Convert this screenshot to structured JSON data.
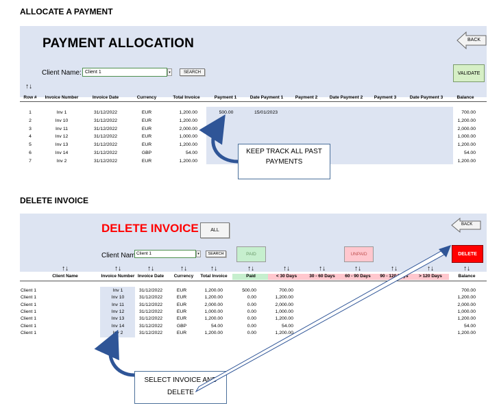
{
  "section1": {
    "heading": "ALLOCATE A PAYMENT",
    "title": "PAYMENT ALLOCATION",
    "back_label": "BACK",
    "client_label": "Client Name:",
    "client_value": "Client 1",
    "search_label": "SEARCH",
    "validate_label": "VALIDATE",
    "sort_glyph": "↑↓",
    "columns": [
      "Row #",
      "Invoice Number",
      "Invoice Date",
      "Currency",
      "Total Invoice",
      "Payment 1",
      "Date Payment 1",
      "Payment 2",
      "Date Payment 2",
      "Payment 3",
      "Date Payment 3",
      "Balance"
    ],
    "rows": [
      {
        "row": "1",
        "inv": "Inv 1",
        "date": "31/12/2022",
        "cur": "EUR",
        "total": "1,200.00",
        "p1": "500.00",
        "d1": "15/01/2023",
        "bal": "700.00"
      },
      {
        "row": "2",
        "inv": "Inv 10",
        "date": "31/12/2022",
        "cur": "EUR",
        "total": "1,200.00",
        "p1": "",
        "d1": "",
        "bal": "1,200.00"
      },
      {
        "row": "3",
        "inv": "Inv 11",
        "date": "31/12/2022",
        "cur": "EUR",
        "total": "2,000.00",
        "p1": "",
        "d1": "",
        "bal": "2,000.00"
      },
      {
        "row": "4",
        "inv": "Inv 12",
        "date": "31/12/2022",
        "cur": "EUR",
        "total": "1,000.00",
        "p1": "",
        "d1": "",
        "bal": "1,000.00"
      },
      {
        "row": "5",
        "inv": "Inv 13",
        "date": "31/12/2022",
        "cur": "EUR",
        "total": "1,200.00",
        "p1": "",
        "d1": "",
        "bal": "1,200.00"
      },
      {
        "row": "6",
        "inv": "Inv 14",
        "date": "31/12/2022",
        "cur": "GBP",
        "total": "54.00",
        "p1": "",
        "d1": "",
        "bal": "54.00"
      },
      {
        "row": "7",
        "inv": "Inv 2",
        "date": "31/12/2022",
        "cur": "EUR",
        "total": "1,200.00",
        "p1": "",
        "d1": "",
        "bal": "1,200.00"
      }
    ],
    "callout": "KEEP TRACK ALL PAST PAYMENTS"
  },
  "section2": {
    "heading": "DELETE INVOICE",
    "title": "DELETE INVOICE",
    "all_label": "ALL",
    "back_label": "BACK",
    "client_label": "Client Name",
    "client_value": "Client 1",
    "search_label": "SEARCH",
    "paid_label": "PAID",
    "unpaid_label": "UNPAID",
    "delete_label": "DELETE",
    "sort_glyph": "↑↓",
    "columns": [
      "Client Name",
      "Invoice Number",
      "Invoice Date",
      "Currency",
      "Total Invoice",
      "Paid",
      "< 30 Days",
      "30 - 60 Days",
      "60 - 90 Days",
      "90 - 120 Days",
      "> 120 Days",
      "Balance"
    ],
    "rows": [
      {
        "client": "Client 1",
        "inv": "Inv 1",
        "date": "31/12/2022",
        "cur": "EUR",
        "total": "1,200.00",
        "paid": "500.00",
        "lt30": "700.00",
        "bal": "700.00"
      },
      {
        "client": "Client 1",
        "inv": "Inv 10",
        "date": "31/12/2022",
        "cur": "EUR",
        "total": "1,200.00",
        "paid": "0.00",
        "lt30": "1,200.00",
        "bal": "1,200.00"
      },
      {
        "client": "Client 1",
        "inv": "Inv 11",
        "date": "31/12/2022",
        "cur": "EUR",
        "total": "2,000.00",
        "paid": "0.00",
        "lt30": "2,000.00",
        "bal": "2,000.00"
      },
      {
        "client": "Client 1",
        "inv": "Inv 12",
        "date": "31/12/2022",
        "cur": "EUR",
        "total": "1,000.00",
        "paid": "0.00",
        "lt30": "1,000.00",
        "bal": "1,000.00"
      },
      {
        "client": "Client 1",
        "inv": "Inv 13",
        "date": "31/12/2022",
        "cur": "EUR",
        "total": "1,200.00",
        "paid": "0.00",
        "lt30": "1,200.00",
        "bal": "1,200.00"
      },
      {
        "client": "Client 1",
        "inv": "Inv 14",
        "date": "31/12/2022",
        "cur": "GBP",
        "total": "54.00",
        "paid": "0.00",
        "lt30": "54.00",
        "bal": "54.00"
      },
      {
        "client": "Client 1",
        "inv": "Inv 2",
        "date": "31/12/2022",
        "cur": "EUR",
        "total": "1,200.00",
        "paid": "0.00",
        "lt30": "1,200.00",
        "bal": "1,200.00"
      }
    ],
    "callout": "SELECT INVOICE AND DELETE"
  },
  "colors": {
    "panel": "#dde4f2",
    "validate_bg": "#d6efc6",
    "paid_bg": "#c6efce",
    "unpaid_bg": "#ffc7ce",
    "delete_bg": "#ff0000",
    "title_red": "#ff0000",
    "arrow_blue": "#2f5597"
  }
}
